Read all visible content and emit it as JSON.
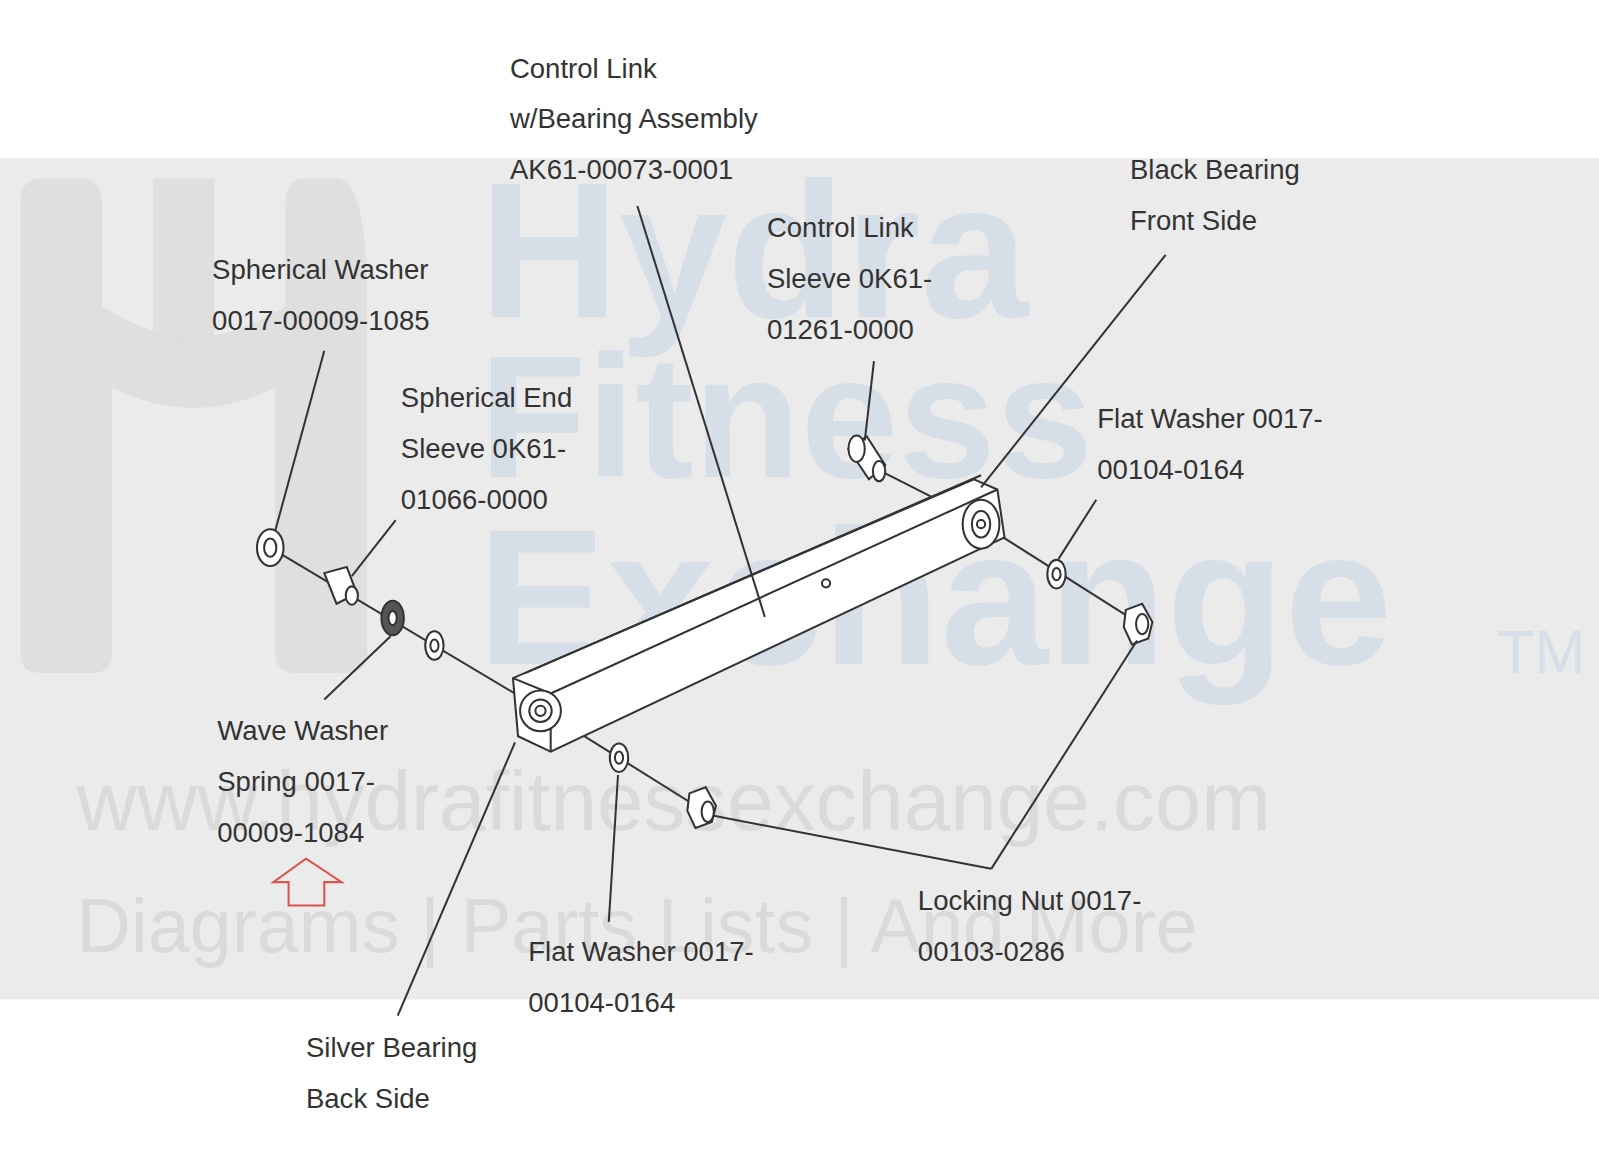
{
  "diagram": {
    "labels": [
      "Control Link w/Bearing Assembly AK61-00073-0001",
      "Black Bearing Front Side",
      "Control Link Sleeve 0K61-01261-0000",
      "Spherical Washer 0017-00009-1085",
      "Spherical End Sleeve 0K61-01066-0000",
      "Flat Washer 0017-00104-0164",
      "Wave Washer Spring 0017-00009-1084",
      "Locking Nut 0017-00103-0286",
      "Flat Washer 0017-00104-0164",
      "Silver Bearing Back Side",
      "Hydra",
      "Fitness",
      "Exchange",
      "TM",
      "www.hydrafitnessexchange.com",
      "Diagrams | Parts Lists | And More"
    ]
  }
}
